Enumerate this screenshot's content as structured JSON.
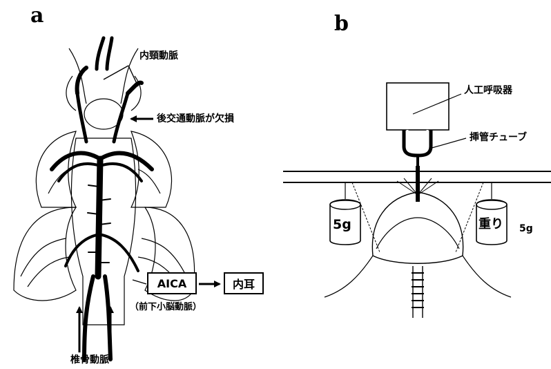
{
  "panel_a": {
    "letter": "a",
    "labels": {
      "internal_carotid": "内頸動脈",
      "posterior_communicating": "後交通動脈が欠損",
      "aica": "AICA",
      "inner_ear": "内耳",
      "aica_full": "（前下小脳動脈）",
      "vertebral": "椎骨動脈"
    }
  },
  "panel_b": {
    "letter": "b",
    "labels": {
      "ventilator": "人工呼吸器",
      "intubation_tube": "挿管チューブ",
      "weight_left": "5g",
      "weight_right": "重り",
      "weight_value": "5g"
    }
  }
}
